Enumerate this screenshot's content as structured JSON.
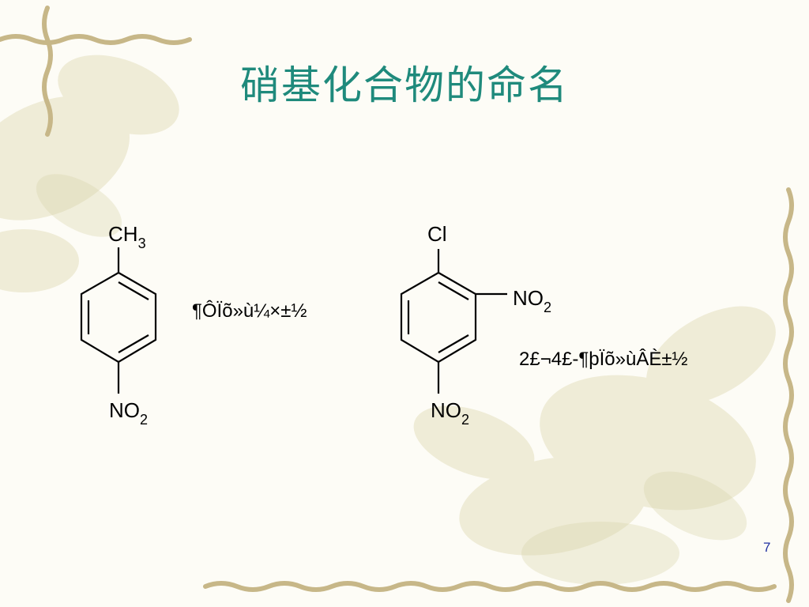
{
  "slide": {
    "title": "硝基化合物的命名",
    "page_number": "7"
  },
  "molecule1": {
    "top_group": {
      "main": "CH",
      "sub": "3"
    },
    "bottom_group": {
      "main": "NO",
      "sub": "2"
    },
    "name": "¶ÔÏõ»ù¼×±½"
  },
  "molecule2": {
    "top_group": {
      "main": "Cl"
    },
    "side_group": {
      "main": "NO",
      "sub": "2"
    },
    "bottom_group": {
      "main": "NO",
      "sub": "2"
    },
    "name": "2£¬4£-¶þÏõ»ùÂÈ±½"
  },
  "colors": {
    "title": "#1f8a7c",
    "page_number": "#2030a0",
    "vine": "#c9b98a",
    "leaf": "#e6e2c2"
  }
}
